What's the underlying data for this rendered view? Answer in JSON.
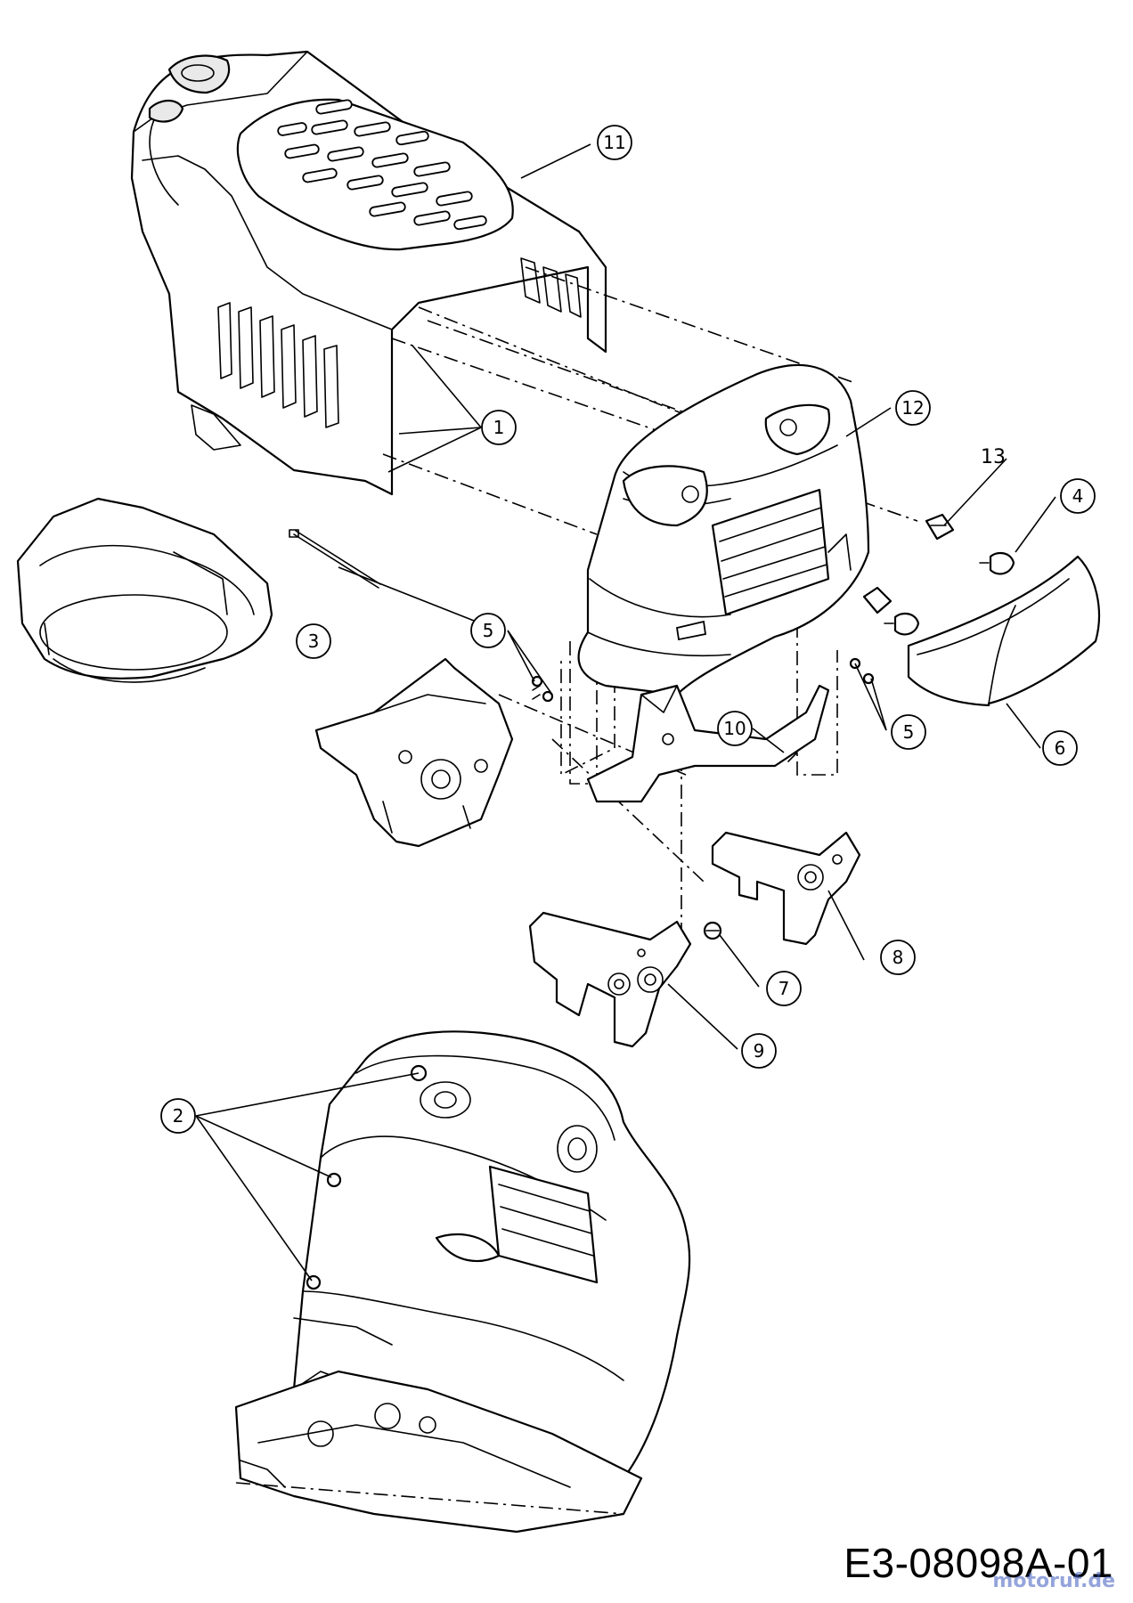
{
  "callouts": {
    "c1": "1",
    "c2": "2",
    "c3": "3",
    "c4": "4",
    "c5a": "5",
    "c5b": "5",
    "c6": "6",
    "c7": "7",
    "c8": "8",
    "c9": "9",
    "c10": "10",
    "c11": "11",
    "c12": "12",
    "c13": "13"
  },
  "drawing_code": "E3-08098A-01",
  "watermark": "motoruf.de"
}
